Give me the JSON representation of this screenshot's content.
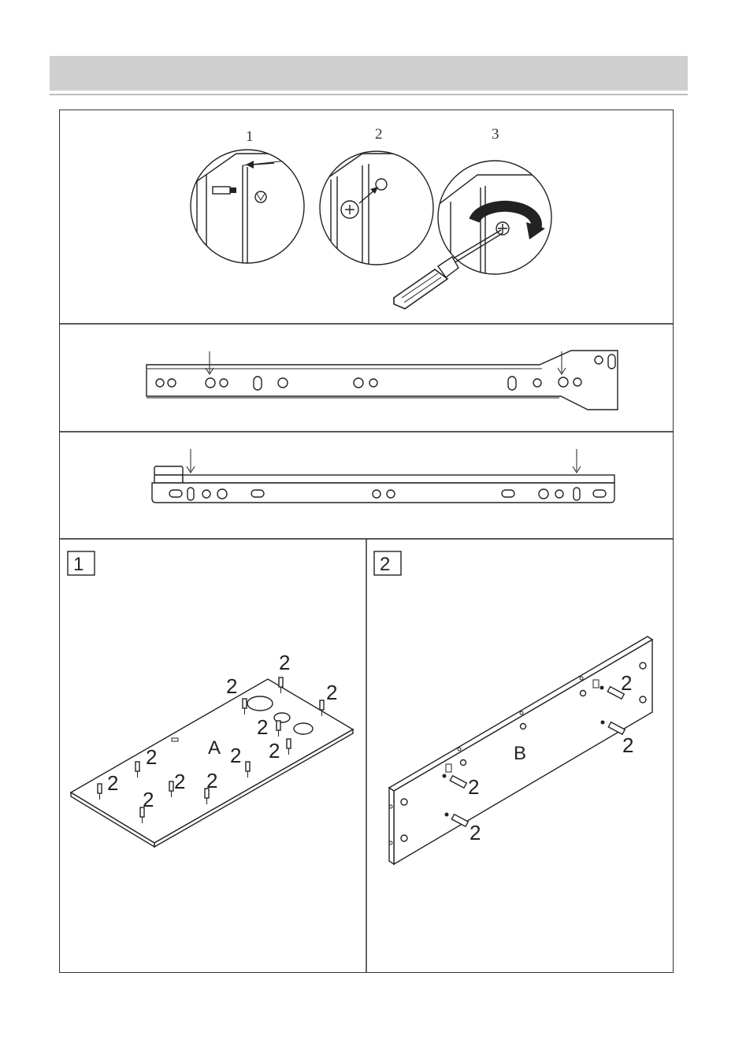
{
  "steps_top": {
    "labels": [
      "1",
      "2",
      "3"
    ]
  },
  "steps_bottom": {
    "step1": {
      "number": "1",
      "panel_letter": "A",
      "part_label": "2"
    },
    "step2": {
      "number": "2",
      "panel_letter": "B",
      "part_label": "2"
    }
  }
}
